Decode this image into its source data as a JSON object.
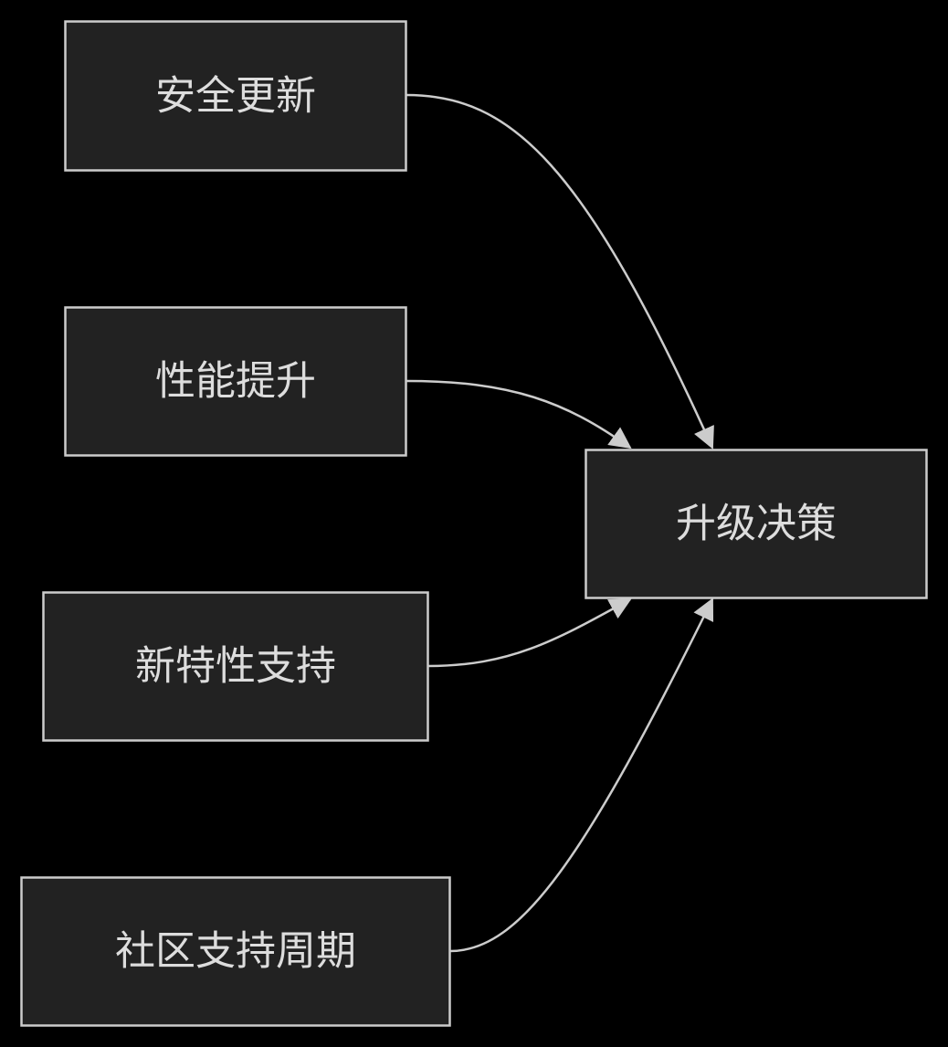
{
  "diagram": {
    "nodes": [
      {
        "id": "security",
        "label": "安全更新"
      },
      {
        "id": "performance",
        "label": "性能提升"
      },
      {
        "id": "features",
        "label": "新特性支持"
      },
      {
        "id": "community",
        "label": "社区支持周期"
      },
      {
        "id": "decision",
        "label": "升级决策"
      }
    ],
    "edges": [
      {
        "from": "security",
        "to": "decision"
      },
      {
        "from": "performance",
        "to": "decision"
      },
      {
        "from": "features",
        "to": "decision"
      },
      {
        "from": "community",
        "to": "decision"
      }
    ]
  },
  "colors": {
    "background": "#000000",
    "node_fill": "#222222",
    "node_border": "#cccccc",
    "text": "#dddddd",
    "edge": "#cccccc"
  }
}
